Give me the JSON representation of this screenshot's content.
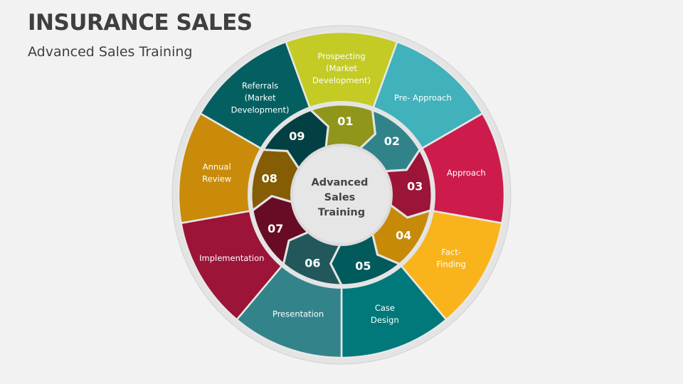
{
  "header": {
    "title": "INSURANCE SALES",
    "subtitle": "Advanced Sales Training"
  },
  "diagram": {
    "center_label": [
      "Advanced",
      "Sales",
      "Training"
    ],
    "steps": [
      {
        "number": "01",
        "label": [
          "Prospecting",
          "(Market",
          "Development)"
        ],
        "outer_color": "#c3cb24",
        "inner_color": "#8f961a"
      },
      {
        "number": "02",
        "label": [
          "Pre- Approach"
        ],
        "outer_color": "#41b1bb",
        "inner_color": "#31838a"
      },
      {
        "number": "03",
        "label": [
          "Approach"
        ],
        "outer_color": "#cd1c4c",
        "inner_color": "#9c1438"
      },
      {
        "number": "04",
        "label": [
          "Fact-",
          "Finding"
        ],
        "outer_color": "#f9b41c",
        "inner_color": "#c78a08"
      },
      {
        "number": "05",
        "label": [
          "Case",
          "Design"
        ],
        "outer_color": "#01797a",
        "inner_color": "#015a5b"
      },
      {
        "number": "06",
        "label": [
          "Presentation"
        ],
        "outer_color": "#33848a",
        "inner_color": "#22585c"
      },
      {
        "number": "07",
        "label": [
          "Implementation"
        ],
        "outer_color": "#9c1438",
        "inner_color": "#680c25"
      },
      {
        "number": "08",
        "label": [
          "Annual",
          "Review"
        ],
        "outer_color": "#c98b09",
        "inner_color": "#855d05"
      },
      {
        "number": "09",
        "label": [
          "Referrals",
          "(Market",
          "Development)"
        ],
        "outer_color": "#045f61",
        "inner_color": "#024043"
      }
    ]
  }
}
